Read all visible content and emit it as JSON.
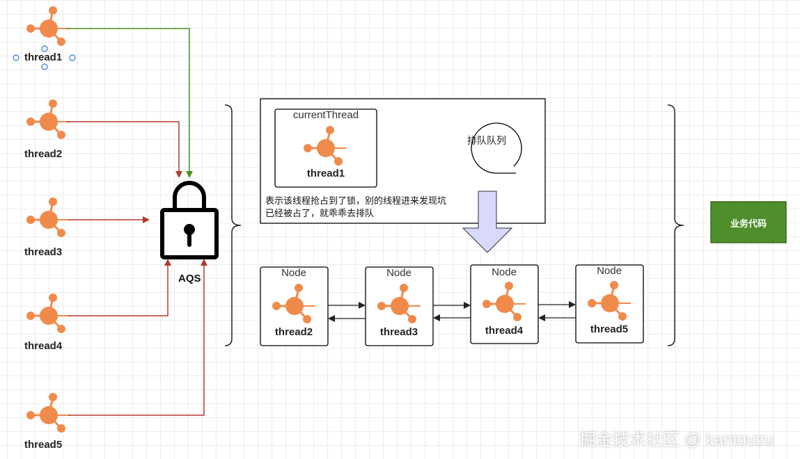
{
  "threads": [
    {
      "label": "thread1"
    },
    {
      "label": "thread2"
    },
    {
      "label": "thread3"
    },
    {
      "label": "thread4"
    },
    {
      "label": "thread5"
    }
  ],
  "lock": {
    "label": "AQS"
  },
  "state_panel": {
    "current_title": "currentThread",
    "current_thread": "thread1",
    "queue_label": "排队队列",
    "description": "表示该线程抢占到了锁，别的线程进来发现坑已经被占了，就乖乖去排队"
  },
  "nodes": [
    {
      "title": "Node",
      "thread": "thread2"
    },
    {
      "title": "Node",
      "thread": "thread3"
    },
    {
      "title": "Node",
      "thread": "thread4"
    },
    {
      "title": "Node",
      "thread": "thread5"
    }
  ],
  "business": {
    "label": "业务代码"
  },
  "watermark": "掘金技术社区 @ kantouzu",
  "colors": {
    "actor": "#f08a4b",
    "green_arrow": "#4d8f1f",
    "red_arrow": "#b03a2e",
    "business_fill": "#4e8e2b",
    "down_arrow_fill": "#d8d9fb"
  }
}
